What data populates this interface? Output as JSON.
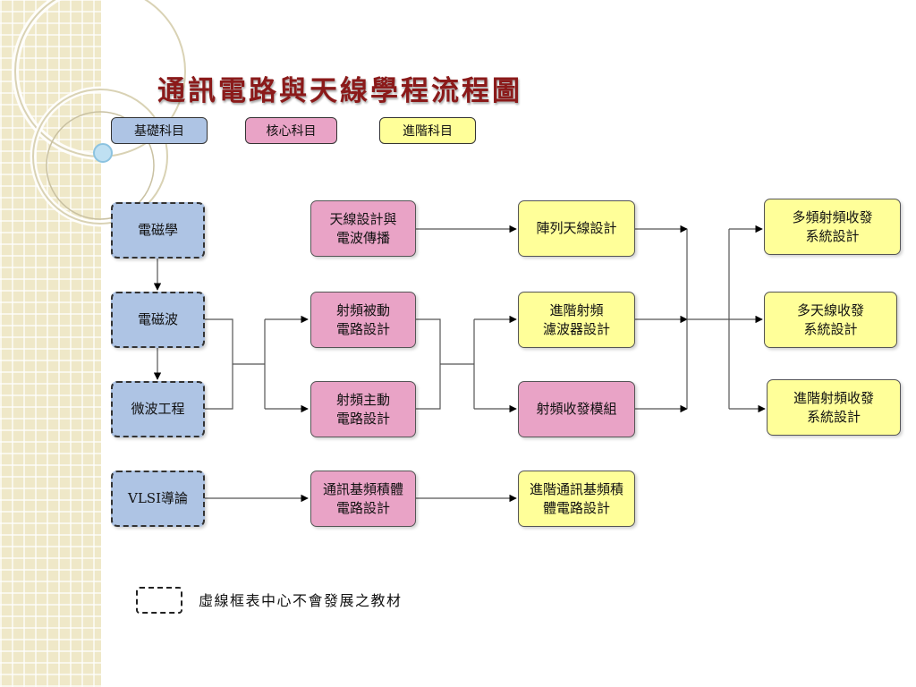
{
  "title": "通訊電路與天線學程流程圖",
  "legend": {
    "basic": "基礎科目",
    "core": "核心科目",
    "advanced": "進階科目"
  },
  "nodes": {
    "emag": "電磁學",
    "emwave": "電磁波",
    "microwave": "微波工程",
    "vlsi": "VLSI導論",
    "antenna_prop": "天線設計與\n電波傳播",
    "rf_passive": "射頻被動\n電路設計",
    "rf_active": "射頻主動\n電路設計",
    "baseband_ic": "通訊基頻積體\n電路設計",
    "array_antenna": "陣列天線設計",
    "adv_rf_filter": "進階射頻\n濾波器設計",
    "rf_transceiver_module": "射頻收發模組",
    "adv_baseband_ic": "進階通訊基頻積\n體電路設計",
    "multiband_rf": "多頻射頻收發\n系統設計",
    "multi_antenna": "多天線收發\n系統設計",
    "adv_rf_transceiver": "進階射頻收發\n系統設計"
  },
  "colors": {
    "basic": "#aec4e4",
    "core": "#e9a3c6",
    "advanced": "#ffff99",
    "title": "#8b1a1a"
  },
  "note": "虛線框表中心不會發展之教材"
}
